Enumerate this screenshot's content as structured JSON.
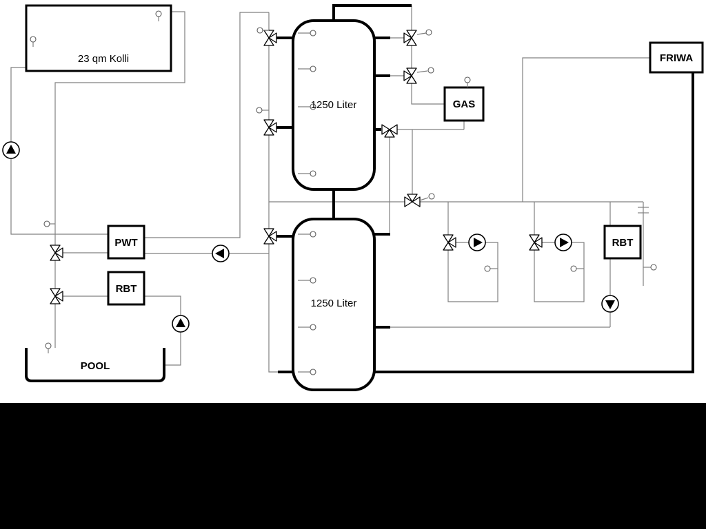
{
  "diagram": {
    "labels": {
      "collector": "23 qm Kolli",
      "tank_top": "1250 Liter",
      "tank_bottom": "1250 Liter",
      "gas": "GAS",
      "friwa": "FRIWA",
      "pwt": "PWT",
      "rbt_left": "RBT",
      "rbt_right": "RBT",
      "pool": "POOL"
    },
    "colors": {
      "pipe_main": "#000000",
      "pipe_secondary": "#808080",
      "background": "#ffffff",
      "bottom_bar": "#000000"
    }
  }
}
